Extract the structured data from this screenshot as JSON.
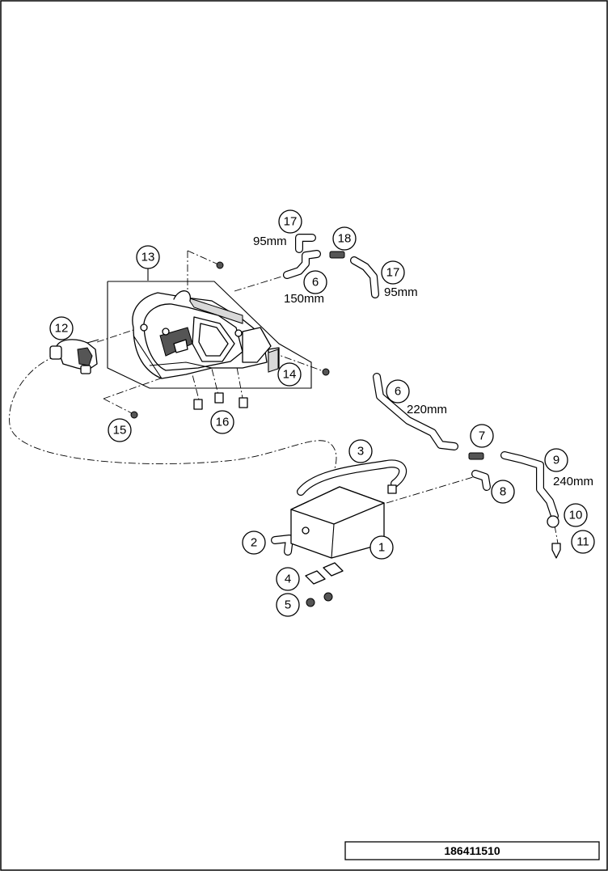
{
  "callouts": [
    {
      "id": "c1",
      "number": "1"
    },
    {
      "id": "c2",
      "number": "2"
    },
    {
      "id": "c3",
      "number": "3"
    },
    {
      "id": "c4",
      "number": "4"
    },
    {
      "id": "c5",
      "number": "5"
    },
    {
      "id": "c6a",
      "number": "6",
      "length": "150mm"
    },
    {
      "id": "c6b",
      "number": "6",
      "length": "220mm"
    },
    {
      "id": "c7",
      "number": "7"
    },
    {
      "id": "c8",
      "number": "8"
    },
    {
      "id": "c9",
      "number": "9",
      "length": "240mm"
    },
    {
      "id": "c10",
      "number": "10"
    },
    {
      "id": "c11",
      "number": "11"
    },
    {
      "id": "c12",
      "number": "12"
    },
    {
      "id": "c13",
      "number": "13"
    },
    {
      "id": "c14",
      "number": "14"
    },
    {
      "id": "c15",
      "number": "15"
    },
    {
      "id": "c16",
      "number": "16"
    },
    {
      "id": "c17a",
      "number": "17",
      "length": "95mm"
    },
    {
      "id": "c17b",
      "number": "17",
      "length": "95mm"
    },
    {
      "id": "c18",
      "number": "18"
    }
  ],
  "footer": {
    "drawing_number": "186411510"
  }
}
